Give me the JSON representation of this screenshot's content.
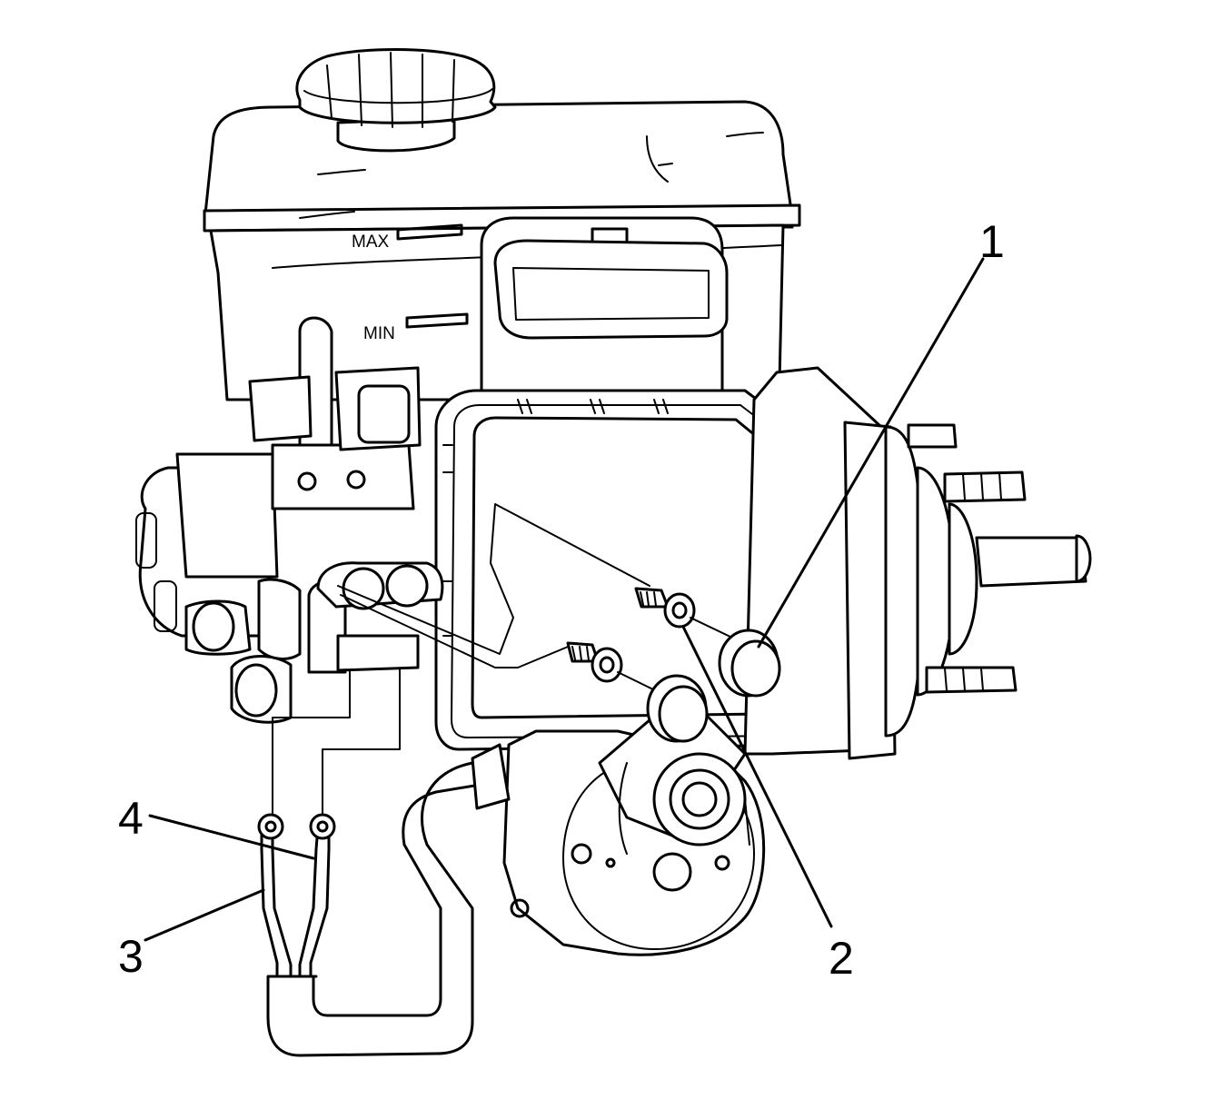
{
  "diagram": {
    "reservoir_labels": {
      "max": "MAX",
      "min": "MIN"
    },
    "callouts": [
      {
        "id": "1",
        "label": "1"
      },
      {
        "id": "2",
        "label": "2"
      },
      {
        "id": "3",
        "label": "3"
      },
      {
        "id": "4",
        "label": "4"
      }
    ]
  },
  "colors": {
    "line": "#000000",
    "background": "#ffffff"
  }
}
